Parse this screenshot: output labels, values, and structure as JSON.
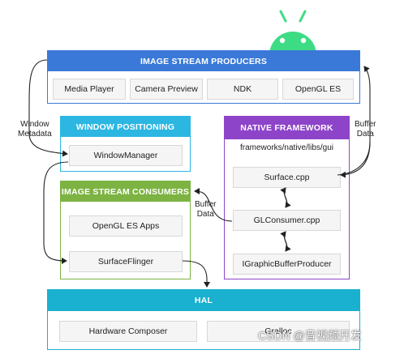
{
  "producers": {
    "title": "IMAGE STREAM PRODUCERS",
    "items": [
      "Media Player",
      "Camera Preview",
      "NDK",
      "OpenGL ES"
    ]
  },
  "window_positioning": {
    "title": "WINDOW POSITIONING",
    "item": "WindowManager"
  },
  "consumers": {
    "title": "IMAGE STREAM CONSUMERS",
    "items": [
      "OpenGL ES Apps",
      "SurfaceFlinger"
    ]
  },
  "native": {
    "title": "NATIVE FRAMEWORK",
    "path": "frameworks/native/libs/gui",
    "items": [
      "Surface.cpp",
      "GLConsumer.cpp",
      "IGraphicBufferProducer"
    ]
  },
  "hal": {
    "title": "HAL",
    "items": [
      "Hardware Composer",
      "Gralloc"
    ]
  },
  "labels": {
    "window_metadata_1": "Window",
    "window_metadata_2": "Metadata",
    "buffer_data_right_1": "Buffer",
    "buffer_data_right_2": "Data",
    "buffer_data_mid_1": "Buffer",
    "buffer_data_mid_2": "Data"
  },
  "watermark": "CSDN @音视频开发",
  "colors": {
    "producers": "#3b79d8",
    "window_positioning": "#2cb6e2",
    "consumers": "#7cb342",
    "native": "#8e44c9",
    "hal": "#1ab0d0",
    "android": "#3ddc84"
  },
  "icons": [
    "android-robot-icon"
  ]
}
